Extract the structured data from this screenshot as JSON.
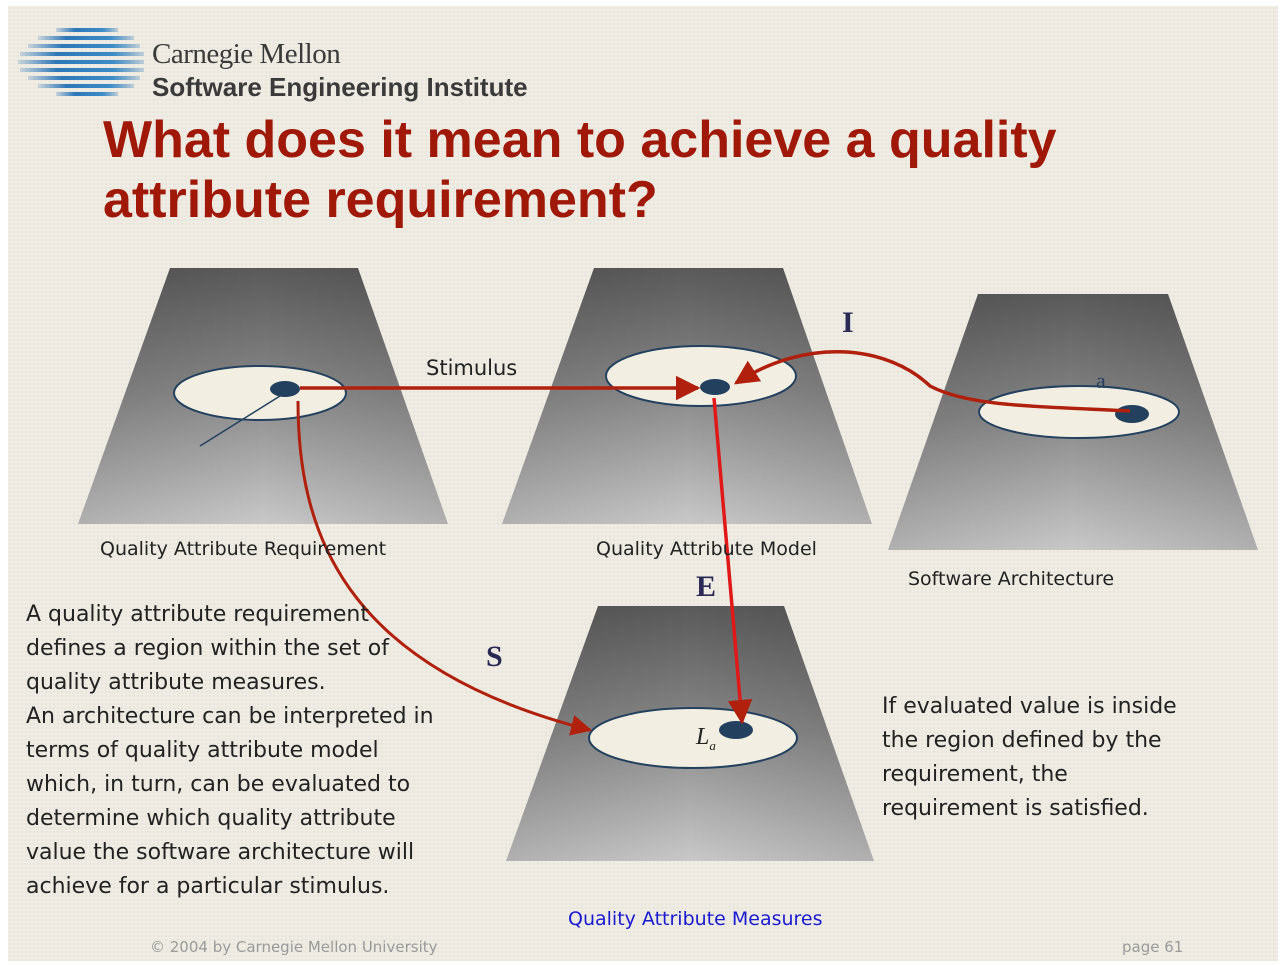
{
  "header": {
    "org_name": "Carnegie Mellon",
    "org_unit": "Software Engineering Institute"
  },
  "title": "What does it mean to achieve a quality attribute requirement?",
  "diagram": {
    "planes": {
      "requirement": "Quality Attribute Requirement",
      "model": "Quality Attribute Model",
      "architecture": "Software Architecture",
      "measures": "Quality Attribute Measures"
    },
    "arrow_stimulus": "Stimulus",
    "letter_i": "I",
    "letter_e": "E",
    "letter_s": "S",
    "point_a": "a",
    "point_la": "L",
    "point_la_sub": "a"
  },
  "text_left": [
    "A quality attribute requirement",
    "defines a region within the set of",
    "quality attribute measures.",
    "An architecture can be interpreted in",
    "terms of quality attribute model",
    "which, in turn, can be evaluated to",
    "determine which quality attribute",
    "value the software architecture will",
    "achieve for a particular stimulus."
  ],
  "text_right": [
    "If evaluated value is inside",
    "the region defined by the",
    "requirement, the",
    "requirement is satisfied."
  ],
  "footer": {
    "copyright": "© 2004 by Carnegie Mellon University",
    "page": "page 61"
  },
  "colors": {
    "title": "#a01808",
    "arrow": "#b0200c",
    "measures_label": "#1a1ad0",
    "dot": "#23415e"
  }
}
